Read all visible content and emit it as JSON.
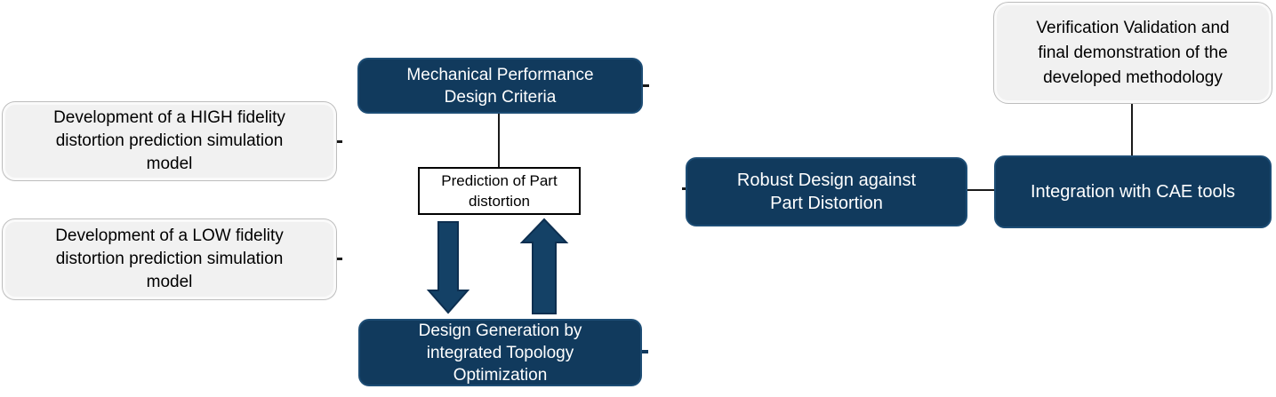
{
  "diagram": {
    "background_color": "#ffffff",
    "colors": {
      "navy_fill": "#113a5d",
      "navy_border": "#1d4d75",
      "gray_fill": "#f1f1f1",
      "gray_border": "#fafafa",
      "arrow_fill": "#144166",
      "arrow_outline": "#0d2f50",
      "connector_color": "#1a1a1a",
      "text_on_navy": "#ffffff",
      "text_on_light": "#000000"
    },
    "boxes": {
      "high_fidelity": {
        "style": "gray",
        "text": "Development of a HIGH  fidelity distortion prediction simulation model",
        "lines": [
          "Development of a HIGH  fidelity",
          "distortion prediction simulation",
          "model"
        ]
      },
      "low_fidelity": {
        "style": "gray",
        "text": "Development of a LOW fidelity distortion prediction simulation model",
        "lines": [
          "Development of a LOW fidelity",
          "distortion prediction simulation",
          "model"
        ]
      },
      "mech_criteria": {
        "style": "navy",
        "text": "Mechanical Performance Design Criteria",
        "lines": [
          "Mechanical Performance",
          "Design Criteria"
        ]
      },
      "prediction": {
        "style": "white",
        "text": "Prediction of Part distortion",
        "lines": [
          "Prediction of Part",
          "distortion"
        ]
      },
      "design_generation": {
        "style": "navy",
        "text": "Design Generation by integrated Topology Optimization",
        "lines": [
          "Design Generation by",
          "integrated Topology",
          "Optimization"
        ]
      },
      "robust_design": {
        "style": "navy",
        "text": "Robust Design against Part Distortion",
        "lines": [
          "Robust Design against",
          "Part Distortion"
        ]
      },
      "integration": {
        "style": "navy",
        "text": "Integration with CAE tools",
        "lines": [
          "Integration with CAE tools"
        ]
      },
      "verification": {
        "style": "gray",
        "text": "Verification Validation and final demonstration of the developed methodology",
        "lines": [
          "Verification Validation and",
          "final demonstration of the",
          "developed methodology"
        ]
      }
    },
    "icons": {
      "down_arrow": "down-arrow between Prediction box and Design Generation box",
      "up_arrow": "up-arrow between Design Generation box and Prediction box"
    }
  }
}
